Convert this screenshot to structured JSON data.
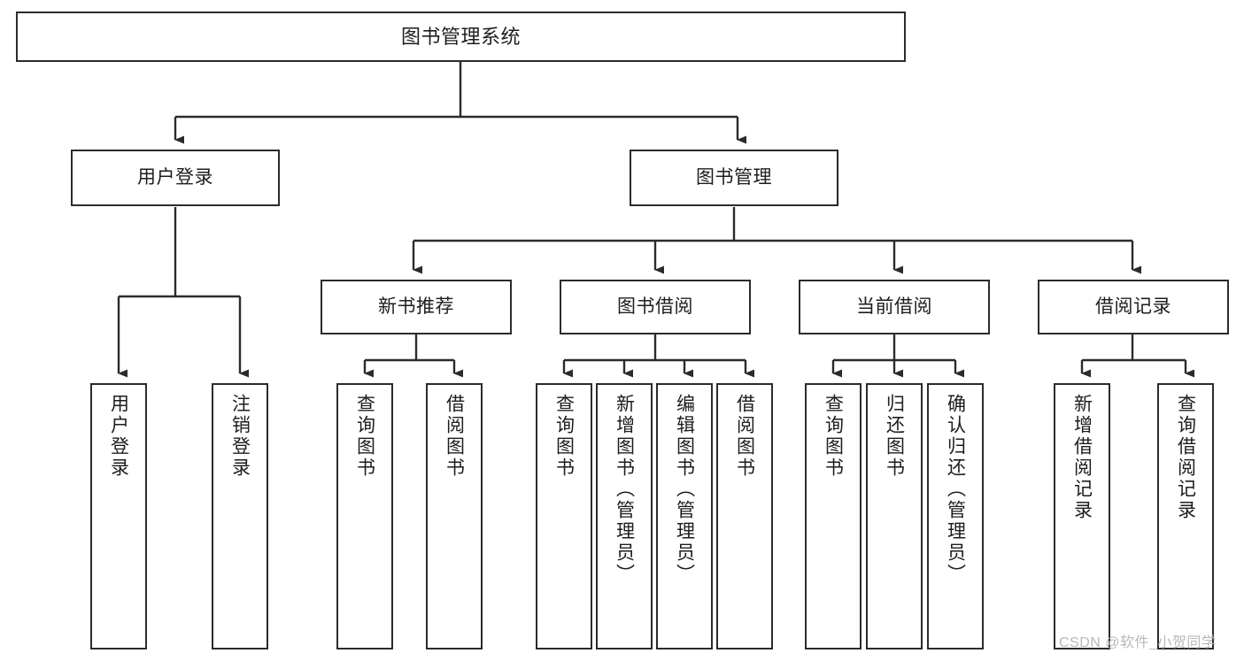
{
  "diagram": {
    "type": "tree-hierarchy",
    "title": "图书管理系统",
    "root": {
      "label": "图书管理系统"
    },
    "level1": [
      {
        "label": "用户登录"
      },
      {
        "label": "图书管理"
      }
    ],
    "level2": [
      {
        "label": "新书推荐"
      },
      {
        "label": "图书借阅"
      },
      {
        "label": "当前借阅"
      },
      {
        "label": "借阅记录"
      }
    ],
    "leaves": {
      "user_login": [
        {
          "label": "用户登录"
        },
        {
          "label": "注销登录"
        }
      ],
      "new_book_recommend": [
        {
          "label": "查询图书"
        },
        {
          "label": "借阅图书"
        }
      ],
      "book_borrow": [
        {
          "label": "查询图书"
        },
        {
          "label": "新增图书（管理员）"
        },
        {
          "label": "编辑图书（管理员）"
        },
        {
          "label": "借阅图书"
        }
      ],
      "current_borrow": [
        {
          "label": "查询图书"
        },
        {
          "label": "归还图书"
        },
        {
          "label": "确认归还（管理员）"
        }
      ],
      "borrow_record": [
        {
          "label": "新增借阅记录"
        },
        {
          "label": "查询借阅记录"
        }
      ]
    }
  },
  "watermark": {
    "text": "CSDN @软件_小贺同学"
  },
  "colors": {
    "border": "#2b2b2b",
    "text": "#1d1d1d",
    "background": "#ffffff",
    "watermark": "#b9b9b9"
  }
}
